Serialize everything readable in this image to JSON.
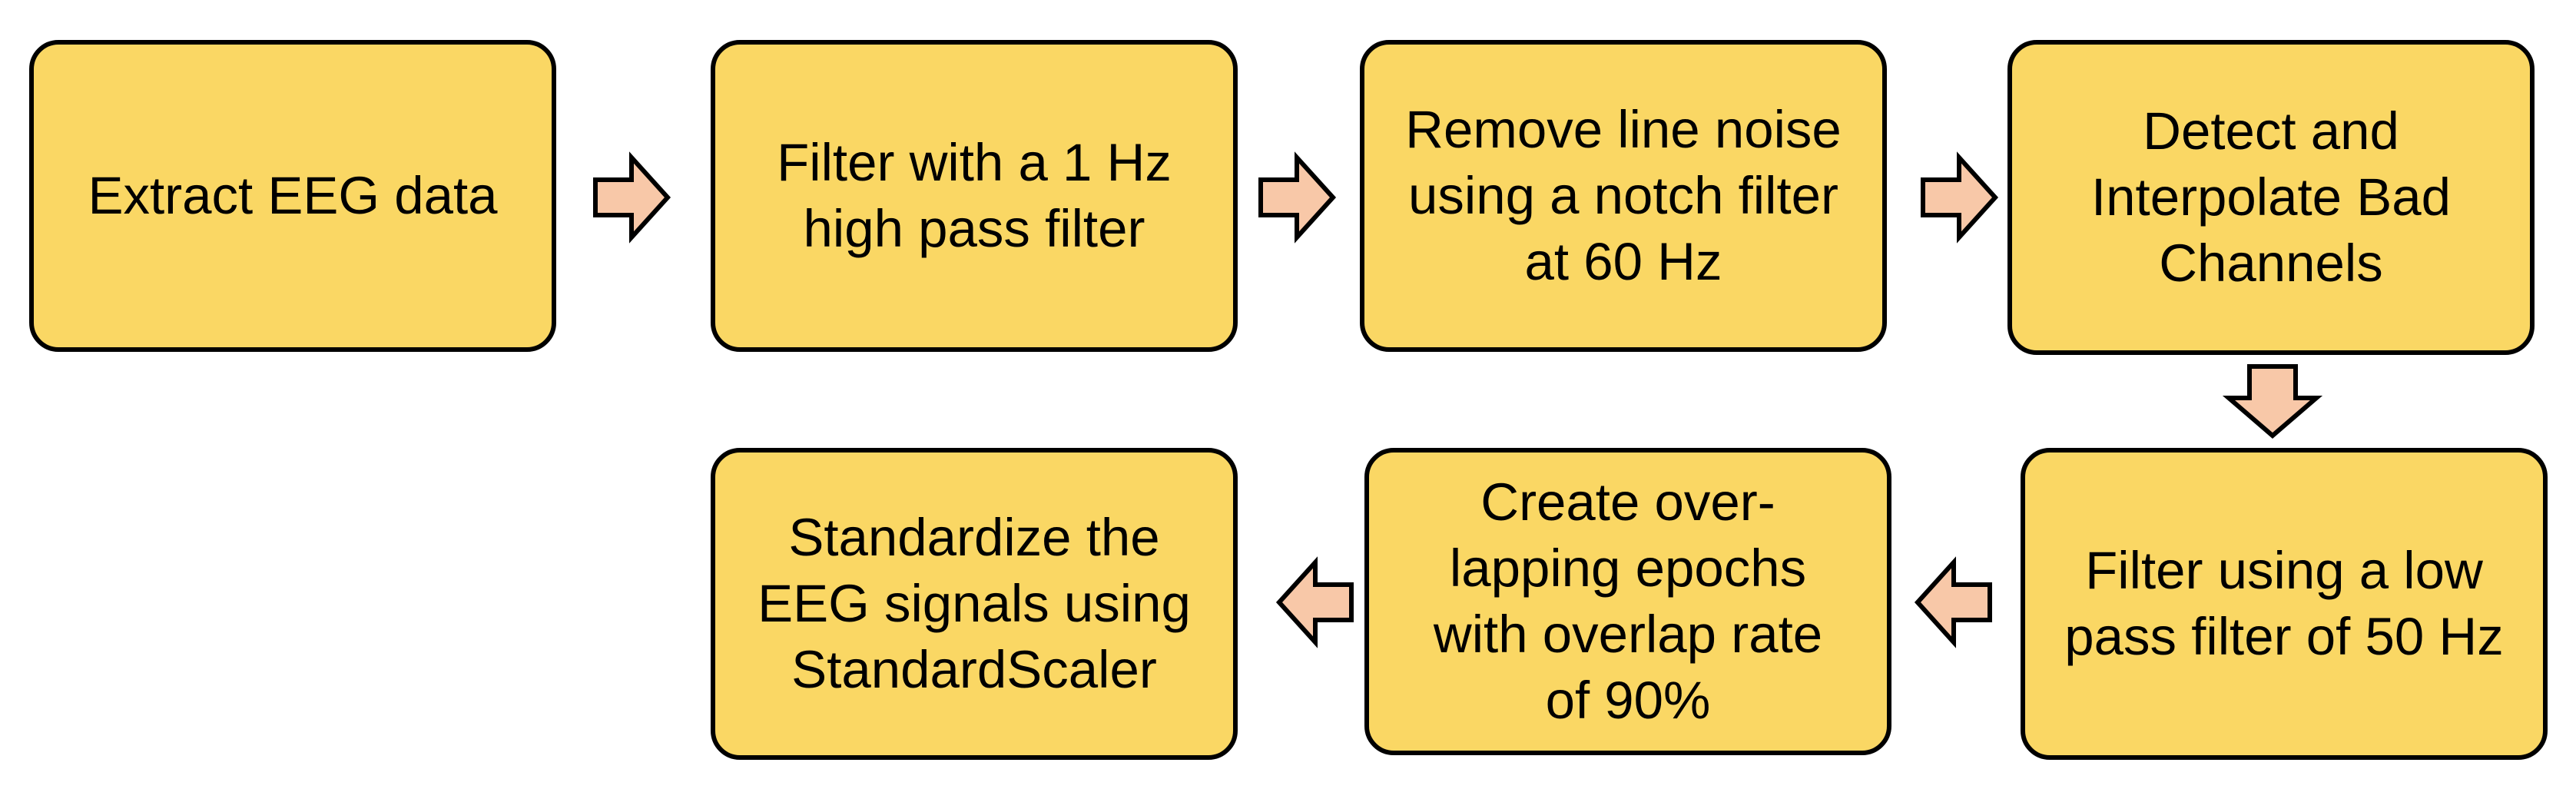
{
  "colors": {
    "box_fill": "#fad764",
    "box_border": "#000000",
    "arrow_fill": "#f8c8a8",
    "text": "#000000"
  },
  "steps": [
    {
      "label": "Extract EEG data"
    },
    {
      "label": "Filter with a 1 Hz\nhigh pass filter"
    },
    {
      "label": "Remove line noise\nusing a notch filter\nat 60 Hz"
    },
    {
      "label": "Detect and\nInterpolate Bad\nChannels"
    },
    {
      "label": "Filter using a low\npass filter of 50 Hz"
    },
    {
      "label": "Create over-\nlapping epochs\nwith overlap rate\nof 90%"
    },
    {
      "label": "Standardize the\nEEG signals using\nStandardScaler"
    }
  ],
  "arrows": [
    {
      "direction": "right"
    },
    {
      "direction": "right"
    },
    {
      "direction": "right"
    },
    {
      "direction": "down"
    },
    {
      "direction": "left"
    },
    {
      "direction": "left"
    }
  ]
}
